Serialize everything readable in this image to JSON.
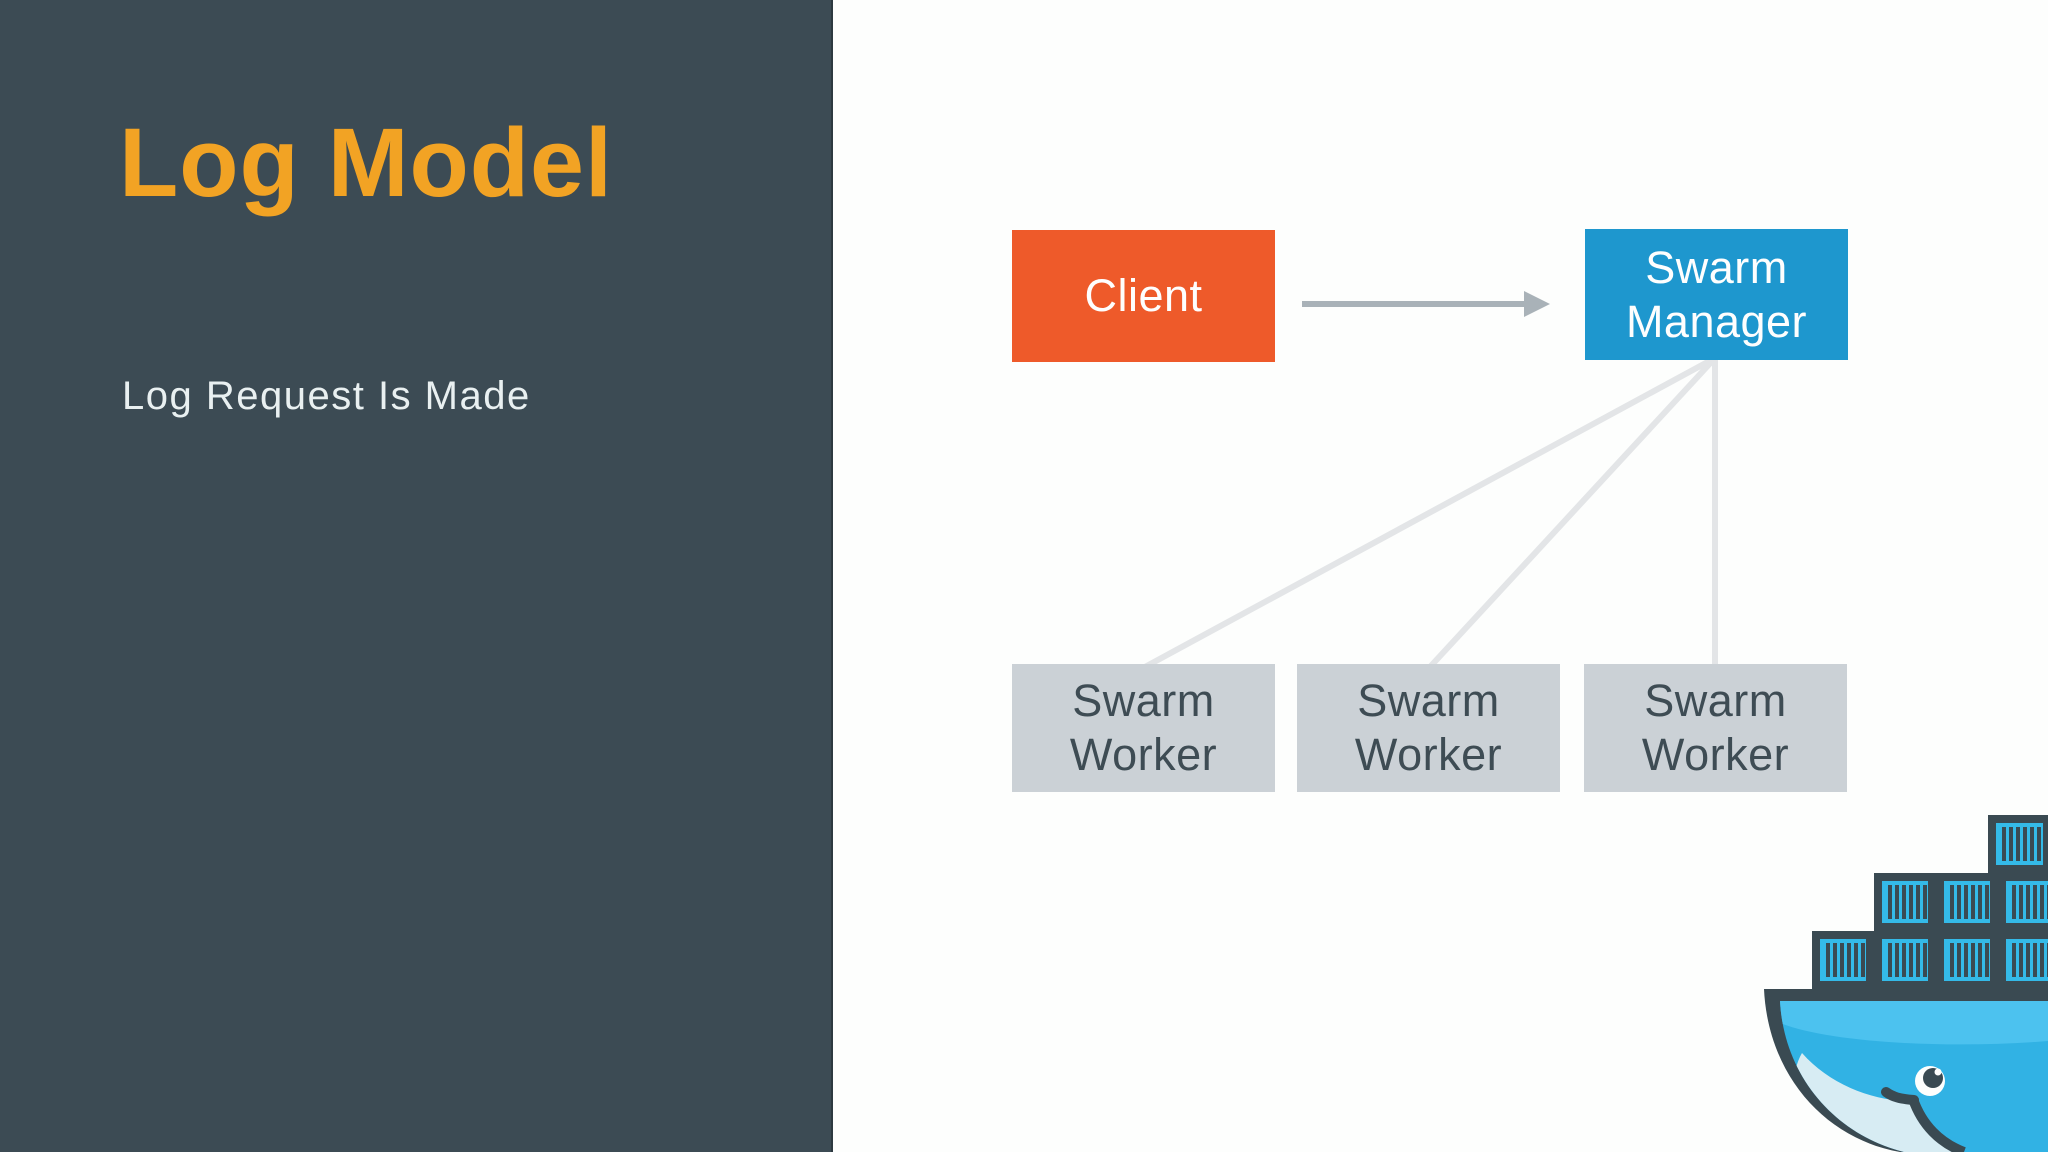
{
  "slide": {
    "title": "Log Model",
    "subtitle": "Log Request Is Made"
  },
  "diagram": {
    "nodes": [
      {
        "id": "client",
        "label": "Client"
      },
      {
        "id": "swarm-manager",
        "label": "Swarm Manager"
      },
      {
        "id": "swarm-worker-1",
        "label": "Swarm Worker"
      },
      {
        "id": "swarm-worker-2",
        "label": "Swarm Worker"
      },
      {
        "id": "swarm-worker-3",
        "label": "Swarm Worker"
      }
    ],
    "edges": [
      {
        "from": "client",
        "to": "swarm-manager",
        "type": "arrow"
      },
      {
        "from": "swarm-manager",
        "to": "swarm-worker-1",
        "type": "line"
      },
      {
        "from": "swarm-manager",
        "to": "swarm-worker-2",
        "type": "line"
      },
      {
        "from": "swarm-manager",
        "to": "swarm-worker-3",
        "type": "line"
      }
    ]
  },
  "branding": {
    "logo": "docker-whale-logo"
  },
  "colors": {
    "sidebar_bg": "#3C4B54",
    "title_text": "#F2A324",
    "subtitle_text": "#E9F0F1",
    "canvas_bg": "#FDFEFD",
    "client_bg": "#EE5A2A",
    "manager_bg": "#1E97CE",
    "worker_bg": "#CBD1D6",
    "worker_text": "#3E4C54",
    "node_text": "#FFFFFF",
    "arrow": "#A9B2B8",
    "connector": "#E3E5E7",
    "docker_blue": "#31B2E4",
    "docker_outline": "#3A4A52"
  }
}
